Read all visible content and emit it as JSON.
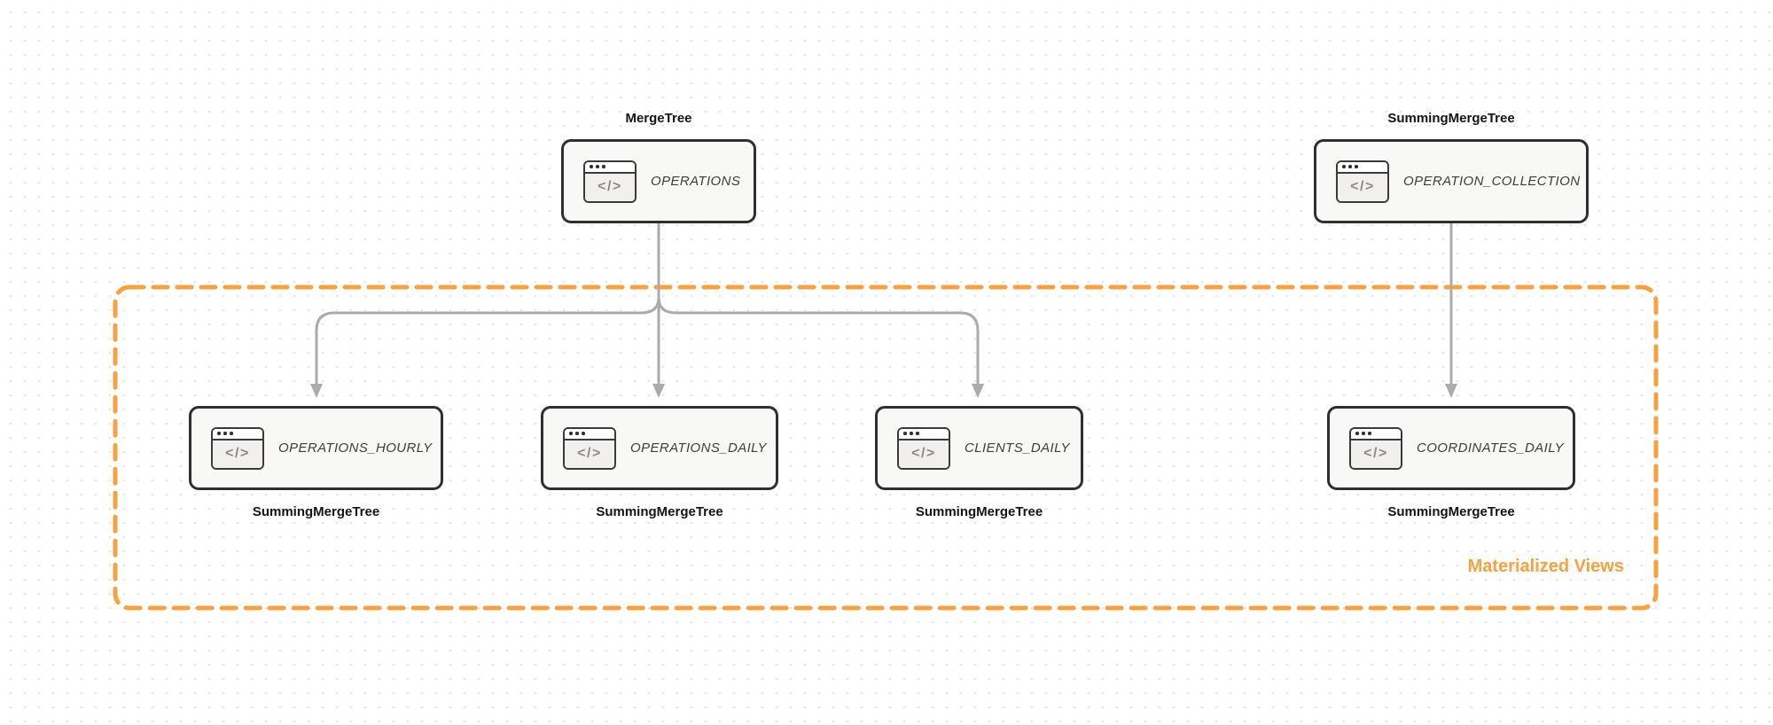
{
  "colors": {
    "group_border": "#F8A13D",
    "group_label_text": "#F8A13D",
    "node_border": "#2F2F2F",
    "node_fill": "#F8F8F7",
    "edge_arrow": "#ABABAB",
    "table_name_text": "#3D3D3D"
  },
  "group": {
    "label": "Materialized Views"
  },
  "icon": {
    "glyph": "</>"
  },
  "nodes": {
    "operations": {
      "table": "OPERATIONS",
      "engine": "MergeTree"
    },
    "operation_collection": {
      "table": "OPERATION_COLLECTION",
      "engine": "SummingMergeTree"
    },
    "operations_hourly": {
      "table": "OPERATIONS_HOURLY",
      "engine": "SummingMergeTree"
    },
    "operations_daily": {
      "table": "OPERATIONS_DAILY",
      "engine": "SummingMergeTree"
    },
    "clients_daily": {
      "table": "CLIENTS_DAILY",
      "engine": "SummingMergeTree"
    },
    "coordinates_daily": {
      "table": "COORDINATES_DAILY",
      "engine": "SummingMergeTree"
    }
  },
  "edges": [
    {
      "from": "OPERATIONS",
      "to": "OPERATIONS_HOURLY"
    },
    {
      "from": "OPERATIONS",
      "to": "OPERATIONS_DAILY"
    },
    {
      "from": "OPERATIONS",
      "to": "CLIENTS_DAILY"
    },
    {
      "from": "OPERATION_COLLECTION",
      "to": "COORDINATES_DAILY"
    }
  ]
}
